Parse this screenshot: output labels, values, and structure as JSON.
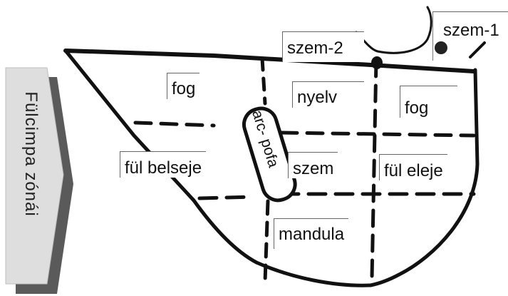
{
  "side_label": "Fülcimpa zónái",
  "zones": {
    "szem1": "szem-1",
    "szem2": "szem-2",
    "fog_left": "fog",
    "nyelv": "nyelv",
    "fog_right": "fog",
    "arc_pofa": "arc- pofa",
    "ful_belseje": "fül belseje",
    "szem": "szem",
    "ful_eleje": "fül eleje",
    "mandula": "mandula"
  }
}
